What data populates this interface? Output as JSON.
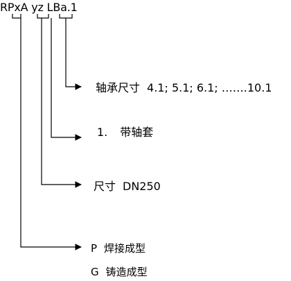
{
  "code": {
    "text": "RPxA yz LBa.1"
  },
  "items": [
    {
      "key": "bearing_size",
      "prefix": "轴承尺寸",
      "value": "4.1; 5.1; 6.1; …….10.1"
    },
    {
      "key": "sleeve",
      "prefix": "1.",
      "value": "带轴套"
    },
    {
      "key": "nominal_size",
      "prefix": "尺寸",
      "value": "DN250"
    },
    {
      "key": "welded",
      "prefix": "P",
      "value": "焊接成型"
    },
    {
      "key": "cast",
      "prefix": "G",
      "value": "铸造成型"
    }
  ],
  "colors": {
    "line": "#000000",
    "text": "#000000",
    "background": "#ffffff"
  }
}
